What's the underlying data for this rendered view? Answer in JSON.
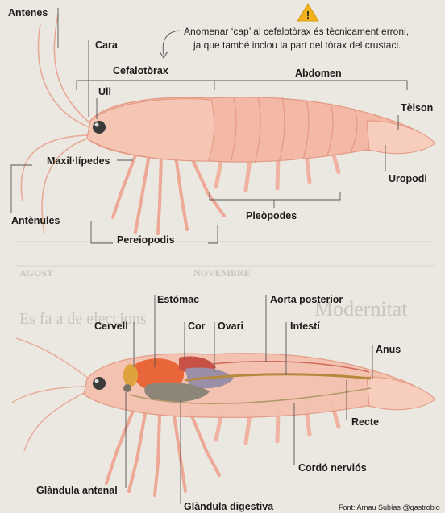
{
  "top": {
    "warning_icon": "warning-triangle-icon",
    "note_line1": "Anomenar ‘cap’ al cefalotòrax és tècnicament erroni,",
    "note_line2": "ja que també inclou la part del tòrax del crustaci.",
    "labels": {
      "antenes": "Antenes",
      "cara": "Cara",
      "cefalotorax": "Cefalotòrax",
      "abdomen": "Abdomen",
      "ull": "Ull",
      "telson": "Tèlson",
      "maxilipedes": "Maxil·lípedes",
      "uropodi": "Uropodi",
      "antenules": "Antènules",
      "pleopodes": "Pleòpodes",
      "pereiopodis": "Pereiopodis"
    }
  },
  "bottom": {
    "labels": {
      "estomac": "Estómac",
      "aorta_posterior": "Aorta posterior",
      "cervell": "Cervell",
      "cor": "Cor",
      "ovari": "Ovari",
      "intesti": "Intestí",
      "anus": "Anus",
      "recte": "Recte",
      "cordo_nervios": "Cordó nerviós",
      "glandula_antenal": "Glàndula antenal",
      "glandula_digestiva": "Glàndula digestiva"
    }
  },
  "background_text": {
    "headline1": "AGOST",
    "headline2": "NOVEMBRE",
    "serif1": "Modernitat",
    "serif2": "Es fa a de eleccions"
  },
  "credit": "Font: Arnau Subías @gastrobio",
  "colors": {
    "shell": "#f3b9a6",
    "shell_dark": "#e79a86",
    "stomach": "#e8663a",
    "heart": "#c85146",
    "ovary": "#9a8fa6",
    "digestive": "#8d8678",
    "brain": "#e0a23c",
    "intestine": "#b7893f",
    "warning": "#f2b21d"
  }
}
